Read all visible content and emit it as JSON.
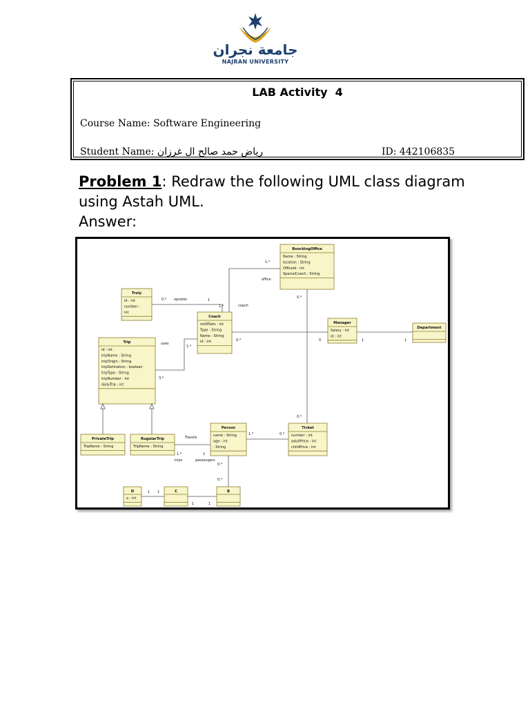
{
  "logo": {
    "arabic_name": "جامعة نجران",
    "english_name": "NAJRAN UNIVERSITY"
  },
  "lab": {
    "title": "LAB Activity  4",
    "course": "Course Name: Software Engineering",
    "student": "Student Name: رياض حمد صالح ال غرزان",
    "student_id": "ID: 442106835"
  },
  "problem": {
    "number": "Problem 1",
    "text": ": Redraw the following UML class diagram using Astah UML.",
    "answer": "Answer:"
  },
  "diagram": {
    "classes": {
      "booking": {
        "name": "BoockingOffice",
        "attrs": [
          "Name : String",
          "location : String",
          "OfficeId : int",
          "SpecialCoach : String"
        ]
      },
      "troly": {
        "name": "Troly",
        "attrs": [
          "id : int",
          "number :",
          "int"
        ]
      },
      "coach": {
        "name": "Coach",
        "attrs": [
          "noOfSets : int",
          "Type : String",
          "Name : String",
          "id : int"
        ]
      },
      "manager": {
        "name": "Manager",
        "attrs": [
          "Salary : int",
          "id : int"
        ]
      },
      "department": {
        "name": "Department",
        "attrs": []
      },
      "trip": {
        "name": "Trip",
        "attrs": [
          "id : int",
          "tripName : String",
          "tripOrigin : String",
          "tripDetination : boolean",
          "tripType : String",
          "tripNumber : int",
          "dailyTrip : int"
        ]
      },
      "privatetrip": {
        "name": "PrivateTrip",
        "attrs": [
          "TripName : String"
        ]
      },
      "regulartrip": {
        "name": "RugularTrip",
        "attrs": [
          "TripName : String"
        ]
      },
      "person": {
        "name": "Person",
        "attrs": [
          "name : String",
          "age : int",
          ": String"
        ]
      },
      "ticket": {
        "name": "Ticket",
        "attrs": [
          "number : int",
          "adultPrice : int",
          "childPrice : int"
        ]
      },
      "d": {
        "name": "D",
        "attrs": [
          "a : int"
        ]
      },
      "c": {
        "name": "C",
        "attrs": []
      },
      "b": {
        "name": "B",
        "attrs": []
      }
    },
    "labels": {
      "bo_coach_mult": "1.*",
      "office": "office",
      "coach_role": "coach",
      "coach_mult": "1.*",
      "bo_manager_mult": "0.*",
      "troly_mult": "0.*",
      "oprates": "oprates",
      "troly_coach_mult": "1",
      "uses": "uses",
      "uses_coach_mult": "1.*",
      "uses_trip_mult": "3.*",
      "coach_manager_mult": "0.*",
      "manager_coach_mult": "0",
      "manager_dept_mult": "1",
      "dept_mult": "1",
      "ticket_mult_top": "0.*",
      "person_ticket_mult": "1.*",
      "ticket_person_mult": "0.*",
      "travels": "Travels",
      "trips_mult": "1.*",
      "trips": "trips",
      "pass_mult": "1",
      "passengers": "passengers",
      "person_b_mult": "0.*",
      "b_person_mult": "0.*",
      "d_c_1": "1",
      "d_c_2": "1",
      "c_b_1": "1",
      "c_b_2": "1"
    }
  }
}
